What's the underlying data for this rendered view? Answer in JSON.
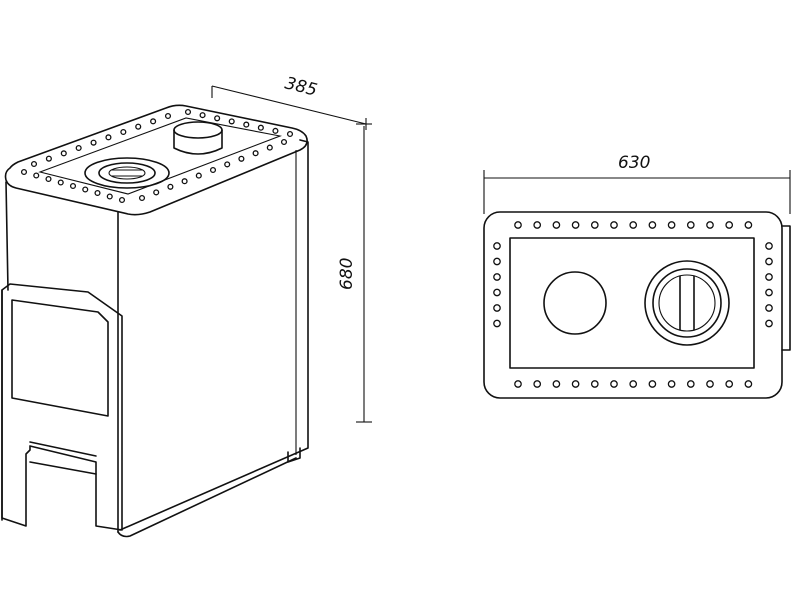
{
  "drawing": {
    "dimensions": {
      "depth_label": "385",
      "height_label": "680",
      "width_label": "630"
    },
    "stroke_color": "#111111",
    "background_color": "#ffffff"
  }
}
